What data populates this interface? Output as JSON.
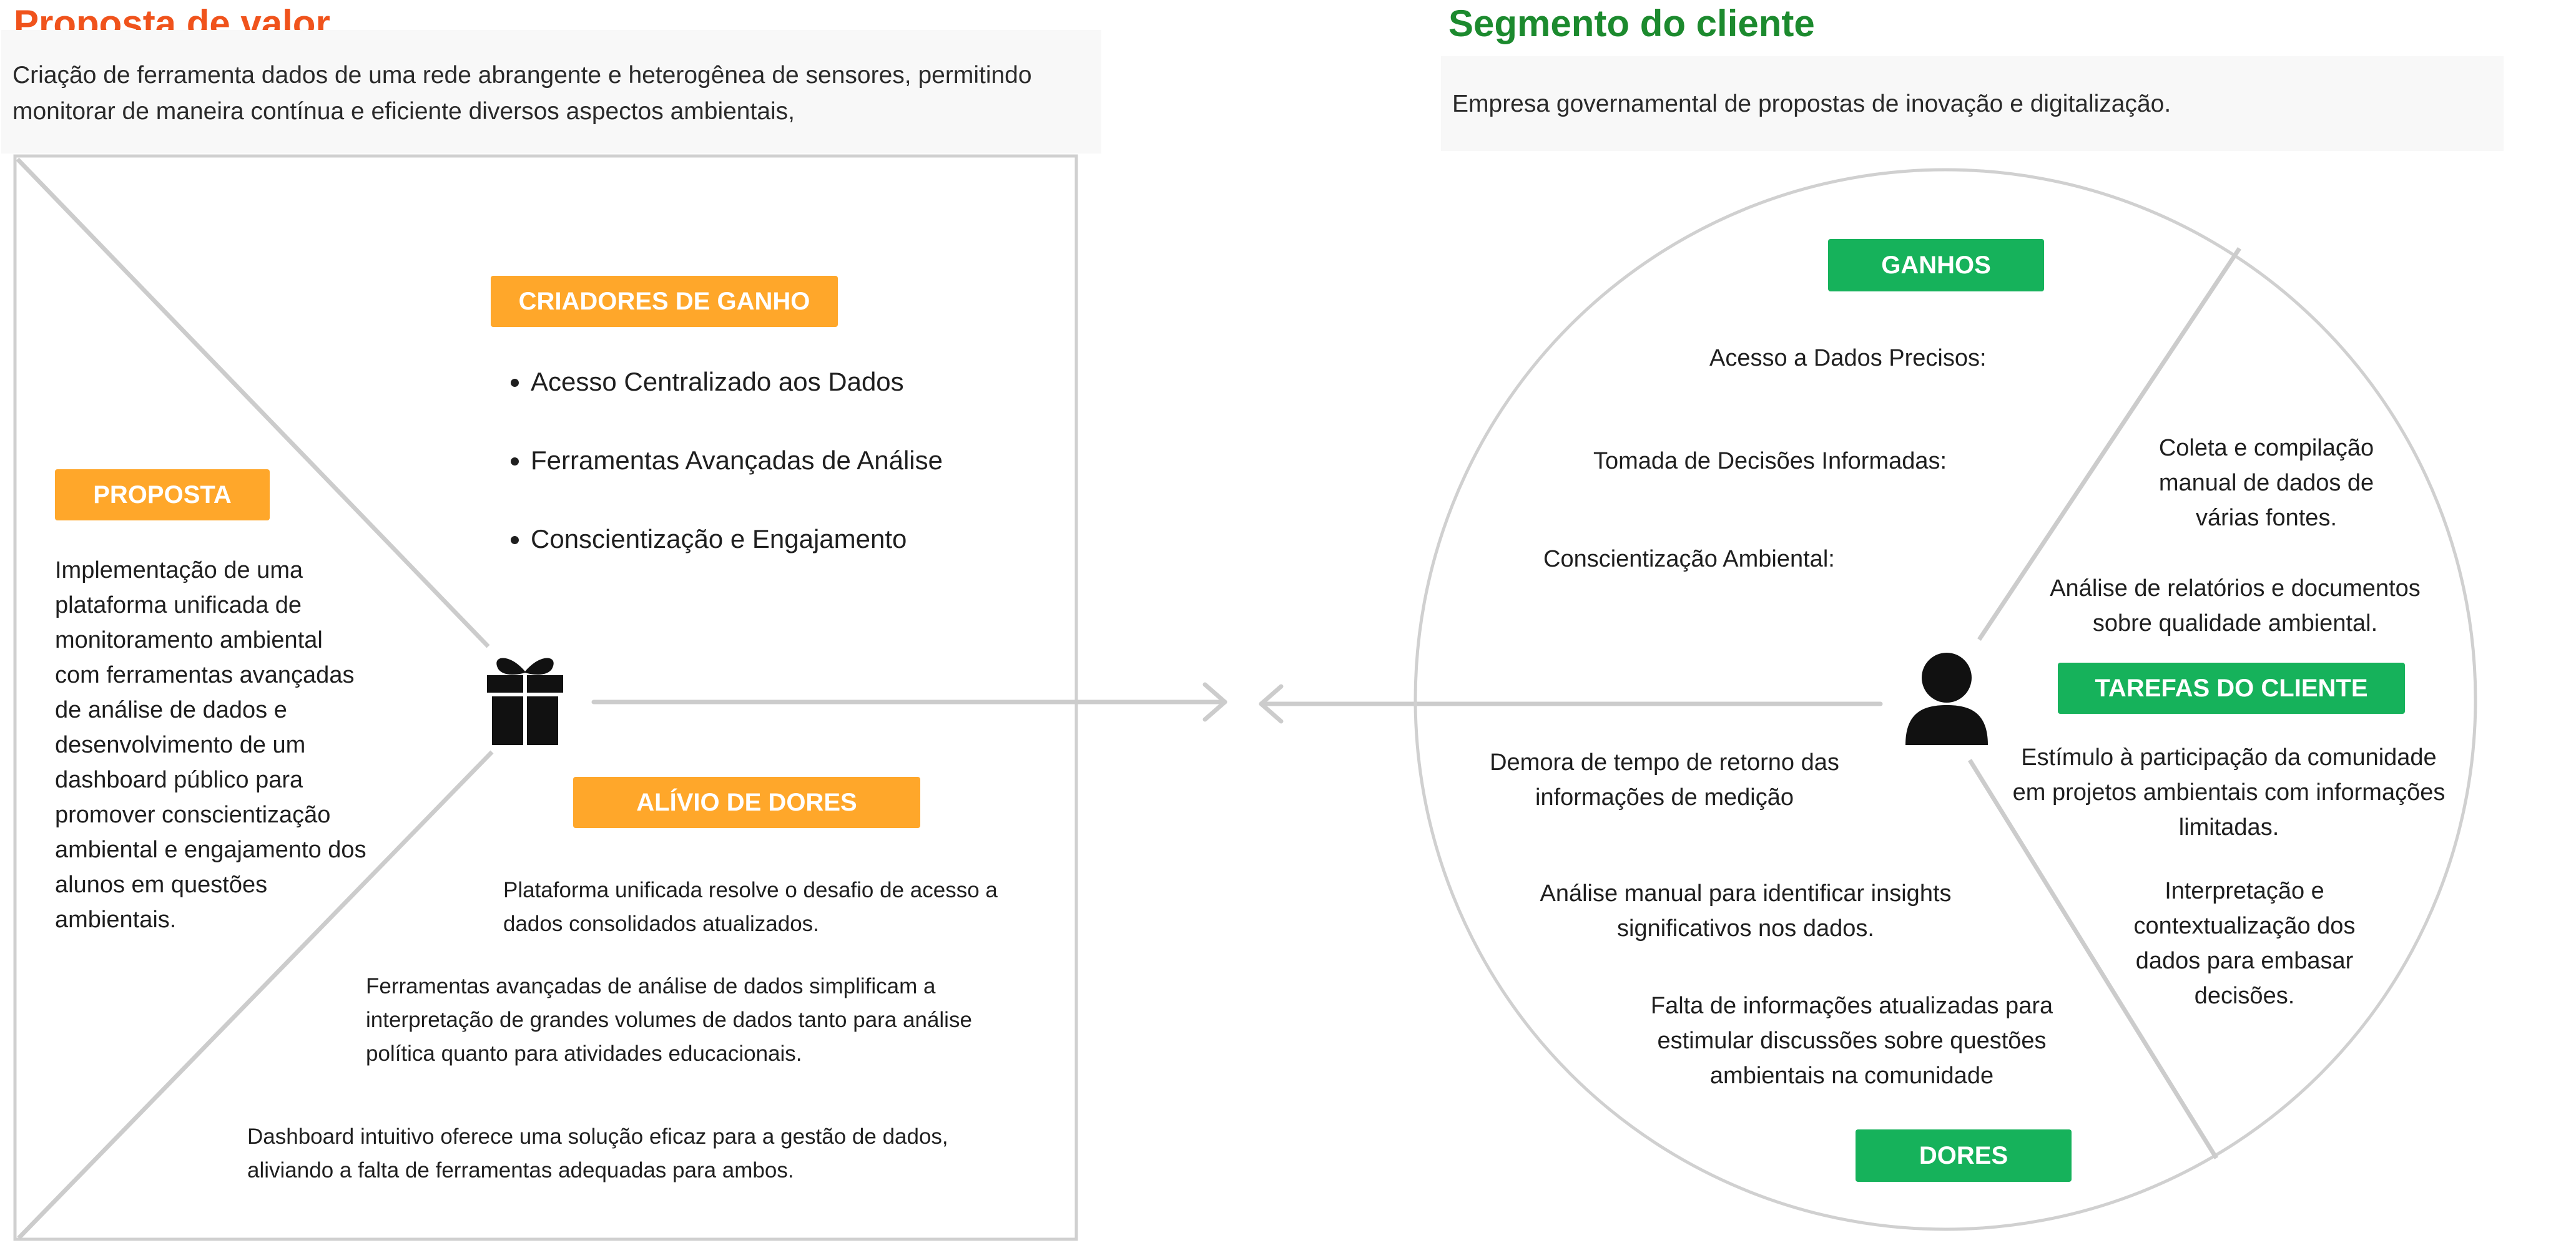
{
  "value_proposition": {
    "title": "Proposta de valor",
    "description": "Criação de ferramenta dados de uma rede abrangente e heterogênea de sensores, permitindo monitorar de maneira contínua e eficiente diversos aspectos ambientais,",
    "proposta": {
      "label": "PROPOSTA",
      "text": "Implementação de uma plataforma unificada de monitoramento ambiental com ferramentas avançadas de análise de dados e desenvolvimento de um dashboard público para promover conscientização ambiental e engajamento dos alunos em questões ambientais."
    },
    "gain_creators": {
      "label": "CRIADORES DE GANHO",
      "items": [
        "Acesso Centralizado aos Dados",
        "Ferramentas Avançadas de Análise",
        "Conscientização e Engajamento"
      ]
    },
    "pain_relievers": {
      "label": "ALÍVIO DE DORES",
      "items": [
        "Plataforma unificada resolve o desafio de acesso a dados consolidados atualizados.",
        "Ferramentas avançadas de análise de dados simplificam a interpretação de grandes volumes de dados tanto para análise política quanto para atividades educacionais.",
        "Dashboard intuitivo oferece uma solução eficaz para a gestão de dados, aliviando a falta de ferramentas adequadas para ambos."
      ]
    },
    "icon": "gift-icon"
  },
  "customer_segment": {
    "title": "Segmento do cliente",
    "description": "Empresa governamental de propostas de inovação e digitalização.",
    "gains": {
      "label": "GANHOS",
      "items": [
        "Acesso a Dados Precisos:",
        "Tomada de Decisões Informadas:",
        "Conscientização Ambiental:"
      ]
    },
    "jobs": {
      "label": "TAREFAS DO CLIENTE",
      "items": [
        "Coleta e compilação manual de dados de várias fontes.",
        "Análise de relatórios e documentos sobre qualidade ambiental.",
        "Estímulo à participação da comunidade em projetos ambientais com informações limitadas.",
        "Interpretação e contextualização dos dados para embasar decisões."
      ]
    },
    "pains": {
      "label": "DORES",
      "items": [
        "Demora de tempo de retorno das informações de medição",
        "Análise manual para identificar insights significativos nos dados.",
        "Falta de informações atualizadas para estimular discussões sobre questões ambientais na comunidade"
      ]
    },
    "icon": "user-icon"
  },
  "colors": {
    "value_title": "#f0531c",
    "segment_title": "#1c8a2e",
    "orange_tag": "#ffa72a",
    "green_tag": "#16b25b",
    "lines": "#c8c8c8"
  }
}
